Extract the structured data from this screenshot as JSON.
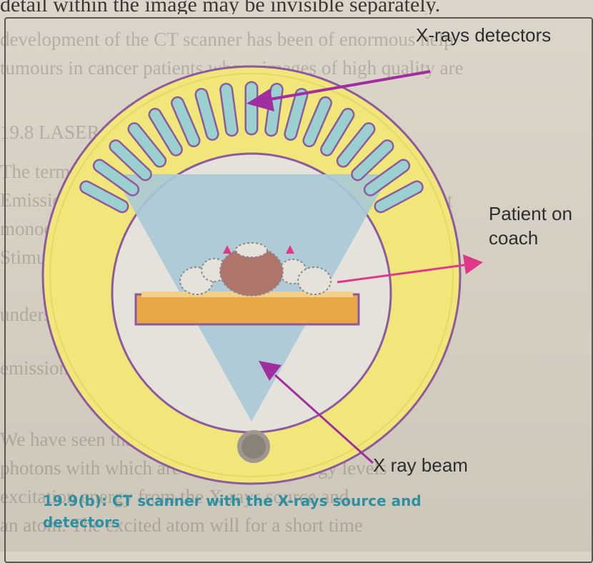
{
  "header": {
    "cut_text": "detail within the image may be invisible separately."
  },
  "labels": {
    "detectors": "X-rays detectors",
    "patient": "Patient on coach",
    "patient_line1": "Patient on",
    "patient_line2": "coach",
    "beam": "X ray beam"
  },
  "caption": {
    "line1": "19.9(b): CT scanner with the X-rays source and",
    "line2": "detectors"
  },
  "colors": {
    "ring": "#f0e67a",
    "ring_border": "#8e5a9e",
    "detector": "#9ad0cf",
    "beam": "#a9c9d6",
    "couch": "#e8a845",
    "patient_body": "#b0756a",
    "arrow": "#a02ea0",
    "pointer": "#e0378a",
    "caption": "#2e8fa3"
  }
}
